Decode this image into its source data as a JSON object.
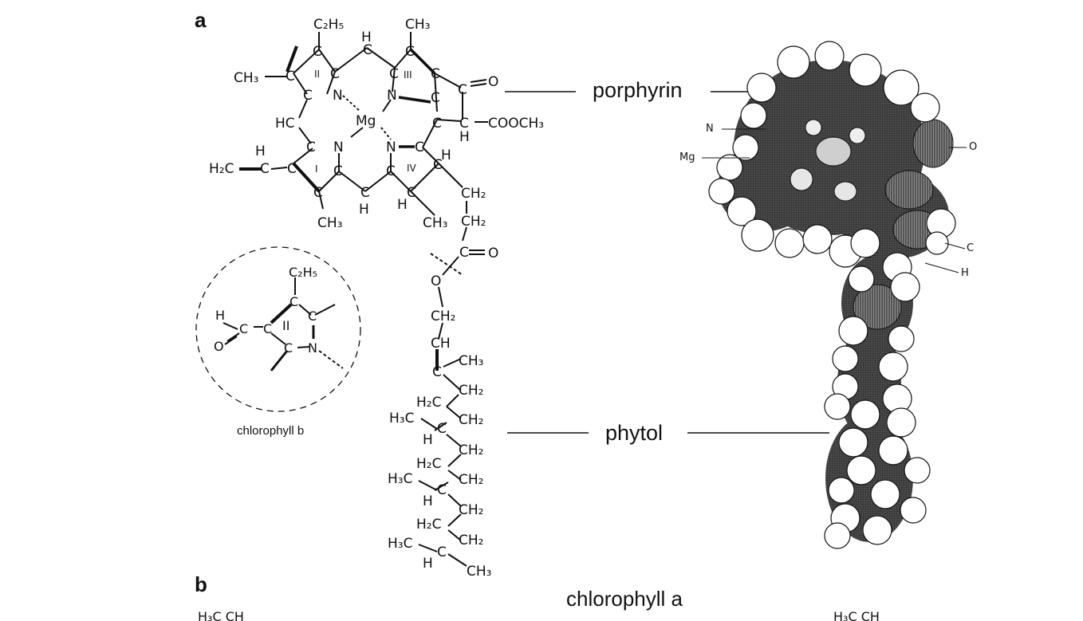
{
  "panels": {
    "a": "a",
    "b": "b"
  },
  "labels": {
    "porphyrin": "porphyrin",
    "phytol": "phytol",
    "chlorophyll_a": "chlorophyll a",
    "chlorophyll_b": "chlorophyll b"
  },
  "model_labels": {
    "N": "N",
    "Mg": "Mg",
    "O": "O",
    "C": "C",
    "H": "H"
  },
  "atoms": {
    "C2H5": "C₂H₅",
    "CH3": "CH₃",
    "H": "H",
    "C": "C",
    "N": "N",
    "Mg": "Mg",
    "O": "O",
    "HC": "HC",
    "H2C": "H₂C",
    "CH2": "CH₂",
    "CH": "CH",
    "H3C": "H₃C",
    "COOCH3": "COOCH₃",
    "ring_I": "I",
    "ring_II": "II",
    "ring_III": "III",
    "ring_IV": "IV"
  },
  "bottom_fragments": {
    "left": "H₃C  CH",
    "right": "H₃C  CH"
  }
}
